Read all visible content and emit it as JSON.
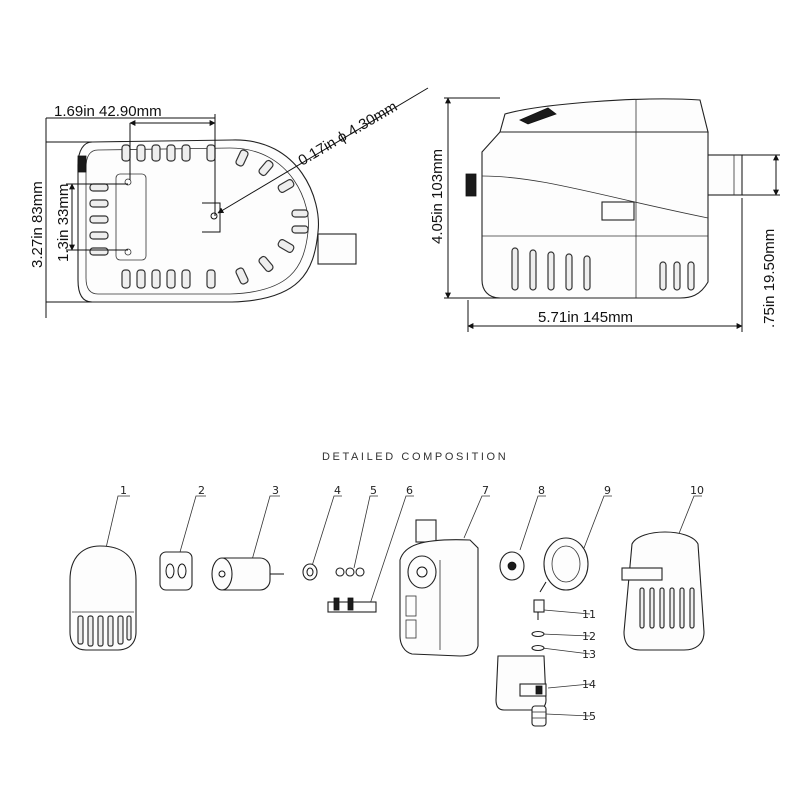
{
  "dimensions": {
    "top_width": "1.69in  42.90mm",
    "hole_dia": "0.17in ϕ 4.30mm",
    "left_height": "3.27in 83mm",
    "inner_height": "1.3in 33mm",
    "side_height": "4.05in 103mm",
    "side_length": "5.71in  145mm",
    "outlet": ".75in 19.50mm"
  },
  "composition": {
    "title": "DETAILED COMPOSITION",
    "parts": [
      "1",
      "2",
      "3",
      "4",
      "5",
      "6",
      "7",
      "8",
      "9",
      "10",
      "11",
      "12",
      "13",
      "14",
      "15"
    ]
  }
}
